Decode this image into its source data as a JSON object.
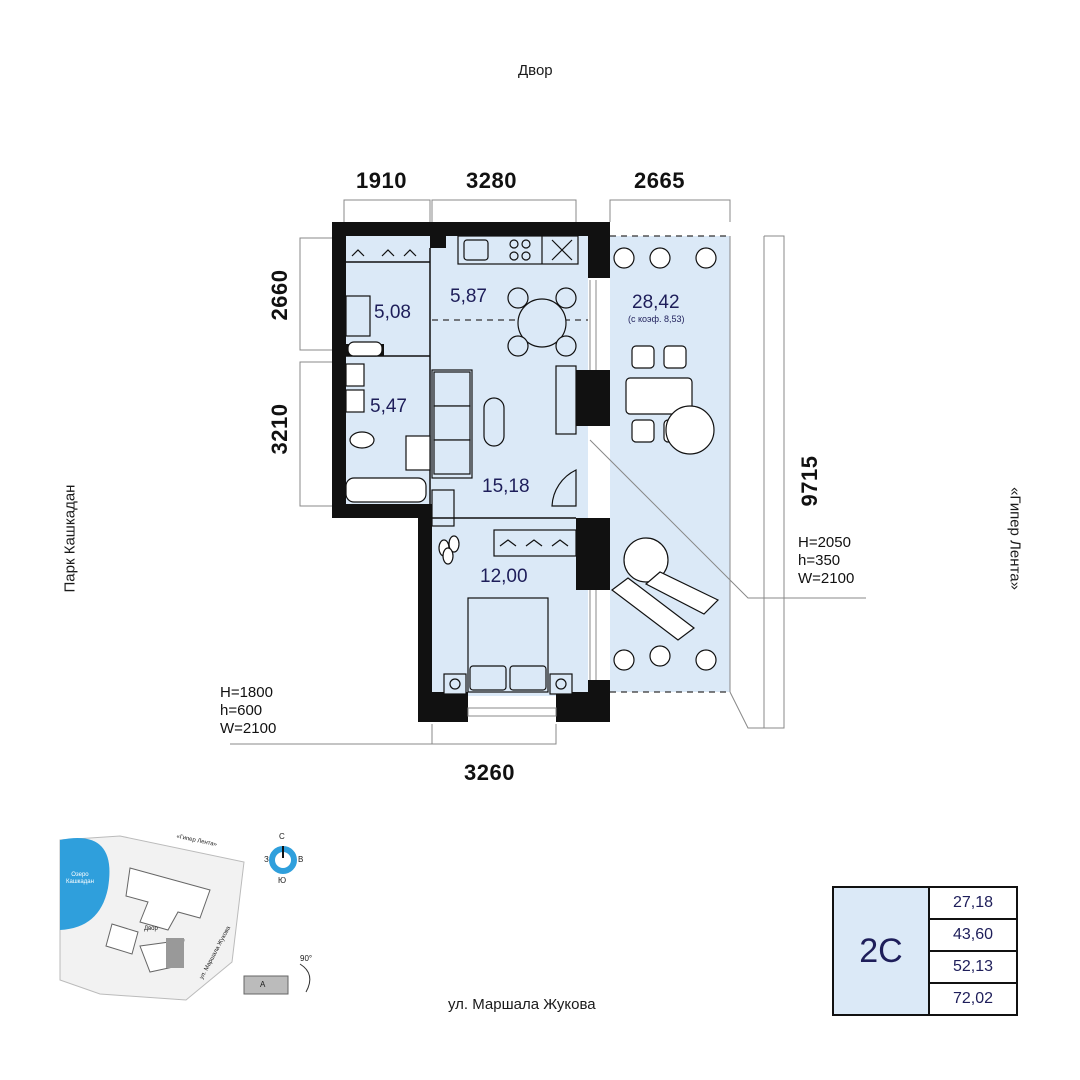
{
  "labels": {
    "top": "Двор",
    "left": "Парк Кашкадан",
    "right": "«Гипер Лента»",
    "bottom": "ул. Маршала Жукова"
  },
  "dimensions": {
    "top_1": "1910",
    "top_2": "3280",
    "top_3": "2665",
    "left_1": "2660",
    "left_2": "3210",
    "right_1": "9715",
    "bottom_1": "3260"
  },
  "rooms": {
    "wardrobe": "5,08",
    "kitchen": "5,87",
    "loggia": "28,42",
    "loggia_note": "(с коэф. 8,53)",
    "bathroom": "5,47",
    "living": "15,18",
    "bedroom": "12,00"
  },
  "windows": {
    "right_spec": [
      "H=2050",
      "h=350",
      "W=2100"
    ],
    "left_spec": [
      "H=1800",
      "h=600",
      "W=2100"
    ]
  },
  "minimap": {
    "lake_label": [
      "Озеро",
      "Кашкадан"
    ],
    "hyper_label": "«Гипер Лента»",
    "yard_label": "Двор",
    "street_label": "ул. Маршала Жукова",
    "angle": "90°",
    "section": "А",
    "compass": {
      "n": "С",
      "s": "Ю",
      "w": "З",
      "e": "В"
    }
  },
  "info": {
    "type": "2С",
    "areas": [
      "27,18",
      "43,60",
      "52,13",
      "72,02"
    ]
  },
  "colors": {
    "floor": "#dbe9f7",
    "wall": "#111111",
    "accent": "#1e1e5a",
    "lake": "#2f9fdc"
  }
}
